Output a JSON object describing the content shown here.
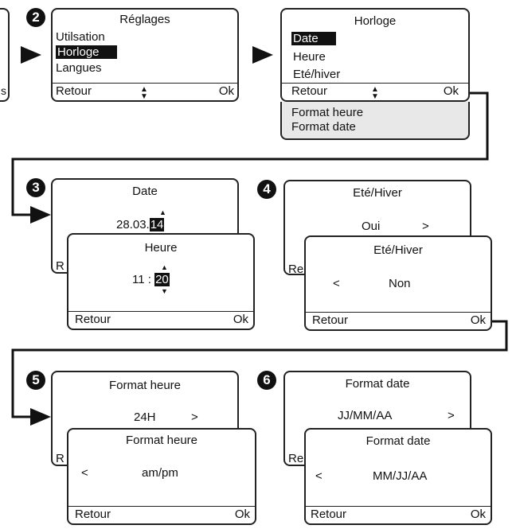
{
  "steps": [
    "2",
    "3",
    "4",
    "5",
    "6"
  ],
  "common": {
    "back": "Retour",
    "ok": "Ok",
    "updown": "▲▼",
    "left": "<",
    "right": ">",
    "colon": ":",
    "cut_text": "Re",
    "cut_text2": "R",
    "cut_text3": "s"
  },
  "reglages": {
    "title": "Réglages",
    "items": [
      "Utilsation",
      "Horloge",
      "Langues"
    ]
  },
  "horloge": {
    "title": "Horloge",
    "items": [
      "Date",
      "Heure",
      "Eté/hiver"
    ],
    "sub_items": [
      "Format heure",
      "Format date"
    ]
  },
  "date": {
    "title": "Date",
    "value_prefix": "28.03.",
    "value_highlight": "14"
  },
  "heure": {
    "title": "Heure",
    "value_prefix": "11",
    "value_highlight": "20"
  },
  "ete_hiver": {
    "title_back": "Eté/Hiver",
    "value_back": "Oui",
    "title_front": "Eté/Hiver",
    "value_front": "Non"
  },
  "format_heure": {
    "title_back": "Format heure",
    "value_back": "24H",
    "title_front": "Format heure",
    "value_front": "am/pm"
  },
  "format_date": {
    "title_back": "Format date",
    "value_back": "JJ/MM/AA",
    "title_front": "Format date",
    "value_front": "MM/JJ/AA"
  }
}
